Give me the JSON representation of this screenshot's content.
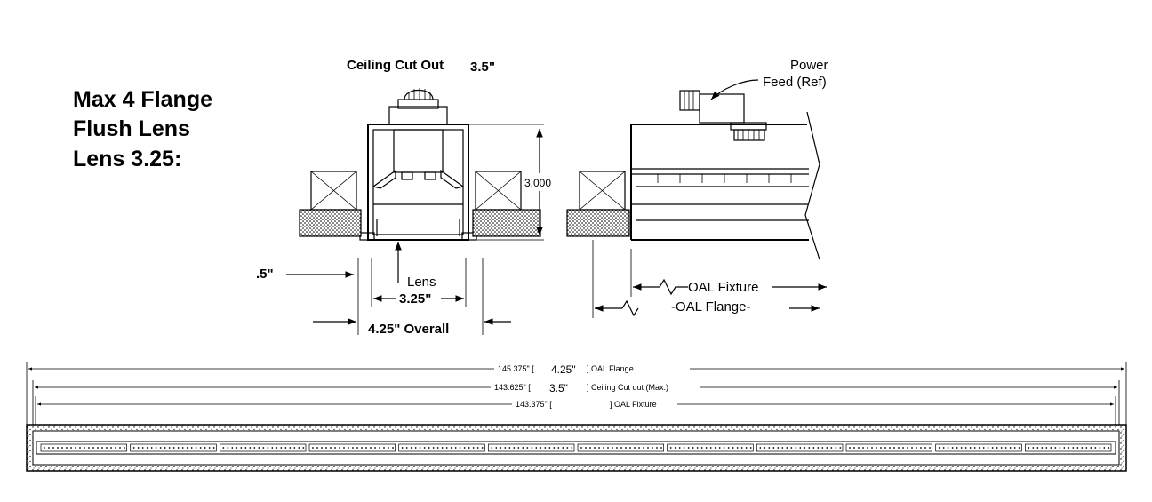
{
  "title": {
    "line1": "Max 4 Flange",
    "line2": "Flush Lens",
    "line3": "Lens 3.25:"
  },
  "section_view": {
    "ceiling_cutout_label": "Ceiling Cut Out",
    "ceiling_cutout_value": "3.5\"",
    "height_dim": "3.000",
    "flange_dim": ".5\"",
    "lens_label": "Lens",
    "lens_width": "3.25\"",
    "overall_width": "4.25\" Overall"
  },
  "side_view": {
    "power_feed_line1": "Power",
    "power_feed_line2": "Feed (Ref)",
    "oal_fixture": "OAL Fixture",
    "oal_flange": "-OAL Flange-"
  },
  "length_dims": {
    "row1_value": "145.375\" [",
    "row1_inset": "4.25\"",
    "row1_label": "] OAL Flange",
    "row2_value": "143.625\" [",
    "row2_inset": "3.5\"",
    "row2_label": "] Ceiling Cut out (Max.)",
    "row3_value": "143.375\" [",
    "row3_label": "] OAL Fixture"
  }
}
